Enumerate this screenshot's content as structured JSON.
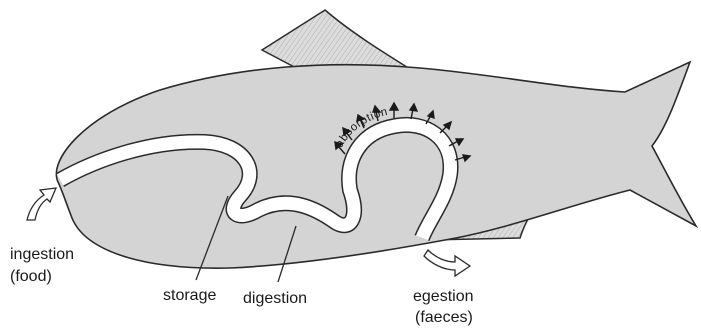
{
  "labels": {
    "ingestion": "ingestion",
    "food": "(food)",
    "storage": "storage",
    "digestion": "digestion",
    "egestion": "egestion",
    "faeces": "(faeces)",
    "absorption": "absorption"
  },
  "colors": {
    "body_fill": "#d4d4d4",
    "fin_fill": "#dcdcdc",
    "outline": "#2a2a2a",
    "gut": "#ffffff"
  }
}
